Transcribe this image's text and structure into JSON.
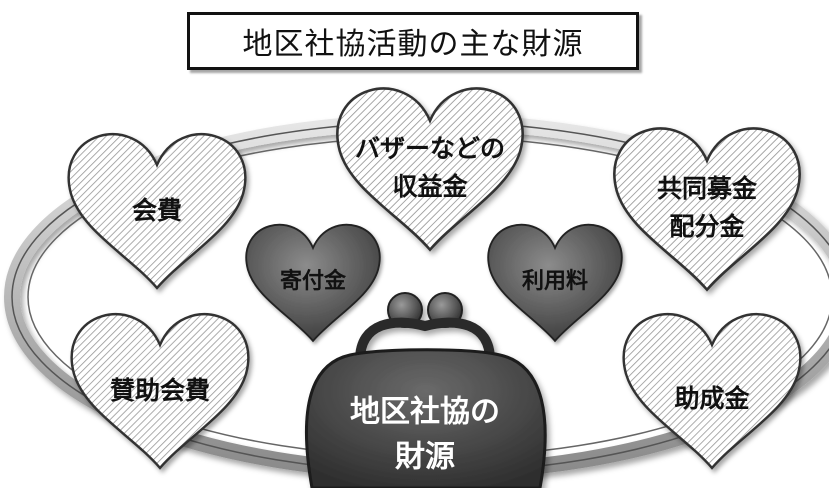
{
  "title": "地区社協活動の主な財源",
  "center": {
    "line1": "地区社協の",
    "line2": "財源"
  },
  "hearts": {
    "kaihi": "会費",
    "bazaar_line1": "バザーなどの",
    "bazaar_line2": "収益金",
    "kyodo_line1": "共同募金",
    "kyodo_line2": "配分金",
    "kifukin": "寄付金",
    "riyoryo": "利用料",
    "sanjo": "賛助会費",
    "joseikin": "助成金"
  }
}
